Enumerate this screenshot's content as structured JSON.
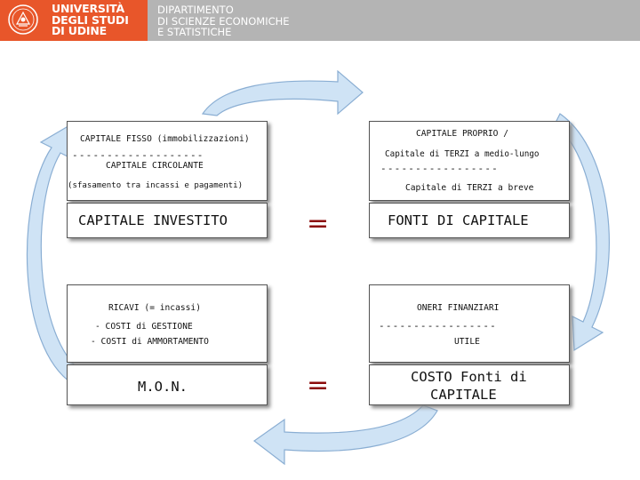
{
  "header": {
    "university_lines": [
      "UNIVERSITÀ",
      "DEGLI STUDI",
      "DI UDINE"
    ],
    "department_lines": [
      "DIPARTIMENTO",
      "DI SCIENZE ECONOMICHE",
      "E STATISTICHE"
    ],
    "logo_icon": "university-seal-icon",
    "colors": {
      "orange": "#e8562a",
      "grey": "#b4b4b4"
    }
  },
  "top_left": {
    "line1": "CAPITALE FISSO (immobilizzazioni)",
    "separator": "-------------------",
    "line2": "CAPITALE CIRCOLANTE",
    "line3": "(sfasamento tra incassi e pagamenti)"
  },
  "top_right": {
    "line1": "CAPITALE PROPRIO /",
    "line2": "Capitale di TERZI a medio-lungo",
    "separator": "-----------------",
    "line3": "Capitale di TERZI a breve"
  },
  "row1": {
    "left": "CAPITALE INVESTITO",
    "equals": "=",
    "right": "FONTI DI CAPITALE"
  },
  "bottom_left": {
    "line1": "RICAVI (= incassi)",
    "line2": "- COSTI di GESTIONE",
    "line3": "- COSTI di AMMORTAMENTO"
  },
  "bottom_right": {
    "line1": "ONERI FINANZIARI",
    "separator": "-----------------",
    "line2": "UTILE"
  },
  "row2": {
    "left": "M.O.N.",
    "equals": "=",
    "right_line1": "COSTO Fonti di",
    "right_line2": "CAPITALE"
  },
  "colors": {
    "arrow_fill": "#cfe3f5",
    "arrow_stroke": "#8aaed3",
    "equals": "#8b0a0a"
  }
}
